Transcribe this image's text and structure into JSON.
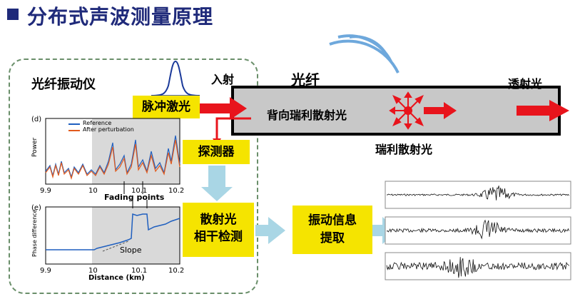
{
  "slide": {
    "title": "分布式声波测量原理",
    "panel_label": "光纤振动仪",
    "labels": {
      "entry": "入射",
      "fiber": "光纤",
      "transmitted": "透射光",
      "backscatter": "背向瑞利散射光",
      "rayleigh": "瑞利散射光"
    },
    "boxes": {
      "laser": "脉冲激光",
      "detector": "探测器",
      "coherent_line1": "散射光",
      "coherent_line2": "相干检测",
      "vibration_line1": "振动信息",
      "vibration_line2": "提取"
    }
  },
  "charts": {
    "top": {
      "panel_tag": "(d)",
      "ylabel": "Power",
      "legend": [
        "Reference",
        "After perturbation"
      ],
      "xticks": [
        "9.9",
        "10",
        "10.1",
        "10.2"
      ],
      "annotation": "Fading points"
    },
    "bottom": {
      "panel_tag": "(e)",
      "ylabel": "Phase difference",
      "xlabel": "Distance (km)",
      "xticks": [
        "9.9",
        "10",
        "10.1",
        "10.2"
      ],
      "annotation": "Slope"
    }
  },
  "colors": {
    "title": "#1f2a7a",
    "box_fill": "#f5e400",
    "arrow_red": "#e8141c",
    "arrow_blue": "#a9d6e5",
    "fiber": "#c8c8c8"
  }
}
